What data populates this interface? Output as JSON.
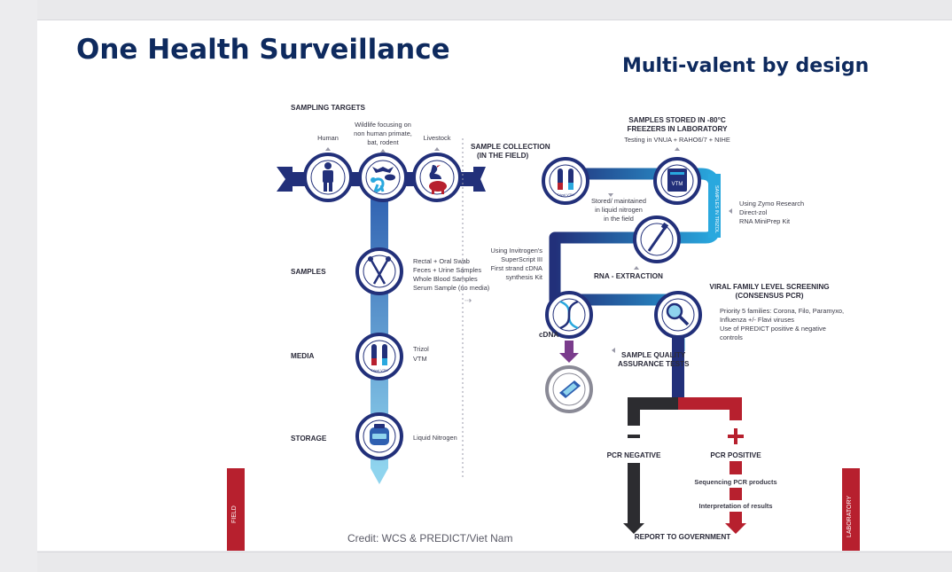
{
  "slide": {
    "title": "One Health Surveillance",
    "subtitle": "Multi-valent by design",
    "credit": "Credit: WCS & PREDICT/Viet Nam"
  },
  "field": {
    "sampling_targets": "SAMPLING TARGETS",
    "targets": {
      "human": "Human",
      "wildlife": [
        "Wildlife focusing on",
        "non human primate,",
        "bat, rodent"
      ],
      "livestock": "Livestock"
    },
    "samples_label": "SAMPLES",
    "samples_list": [
      "Rectal + Oral Swab",
      "Feces + Urine Samples",
      "Whole Blood Samples",
      "Serum Sample  (no media)"
    ],
    "media_label": "MEDIA",
    "media_list": [
      "Trizol",
      "VTM"
    ],
    "storage_label": "STORAGE",
    "storage_text": "Liquid Nitrogen",
    "tube_label": "Trizol VTM",
    "band_label": "FIELD"
  },
  "lab": {
    "stored_title": [
      "SAMPLES STORED IN -80°C",
      "FREEZERS IN LABORATORY"
    ],
    "stored_sub": "Testing in VNUA + RAHO6/7 + NIHE",
    "collection_title": [
      "SAMPLE COLLECTION",
      "(IN THE FIELD)"
    ],
    "stored_maintained": [
      "Stored/ maintained",
      "in liquid nitrogen",
      "in the field"
    ],
    "zymo": [
      "Using Zymo Research",
      "Direct-zol",
      "RNA MiniPrep Kit"
    ],
    "samples_in_trizol": "SAMPLES IN TRIZOL",
    "invitrogen": [
      "Using Invitrogen's",
      "SuperScript III",
      "First strand cDNA",
      "synthesis Kit"
    ],
    "rna_extraction": "RNA - EXTRACTION",
    "screening_title": [
      "VIRAL FAMILY LEVEL SCREENING",
      "(CONSENSUS PCR)"
    ],
    "screening_detail": [
      "Priority 5 families: Corona, Filo, Paramyxo,",
      "Influenza +/- Flavi viruses",
      "Use of PREDICT positive & negative",
      "controls"
    ],
    "cdna": "cDNA",
    "quality": [
      "SAMPLE QUALITY",
      "ASSURANCE TESTS"
    ],
    "pcr_negative": "PCR NEGATIVE",
    "pcr_positive": "PCR POSITIVE",
    "sequencing": "Sequencing PCR products",
    "interpretation": "Interpretation of results",
    "report": "REPORT TO GOVERNMENT",
    "freezer_label": "VTM",
    "band_label": "LABORATORY"
  },
  "colors": {
    "navy": "#22307a",
    "blue": "#2e5fb0",
    "light_blue": "#29a8de",
    "red": "#b7202e",
    "dark": "#2c2c30",
    "purple": "#7a3c8c",
    "title": "#0e2a5e"
  }
}
